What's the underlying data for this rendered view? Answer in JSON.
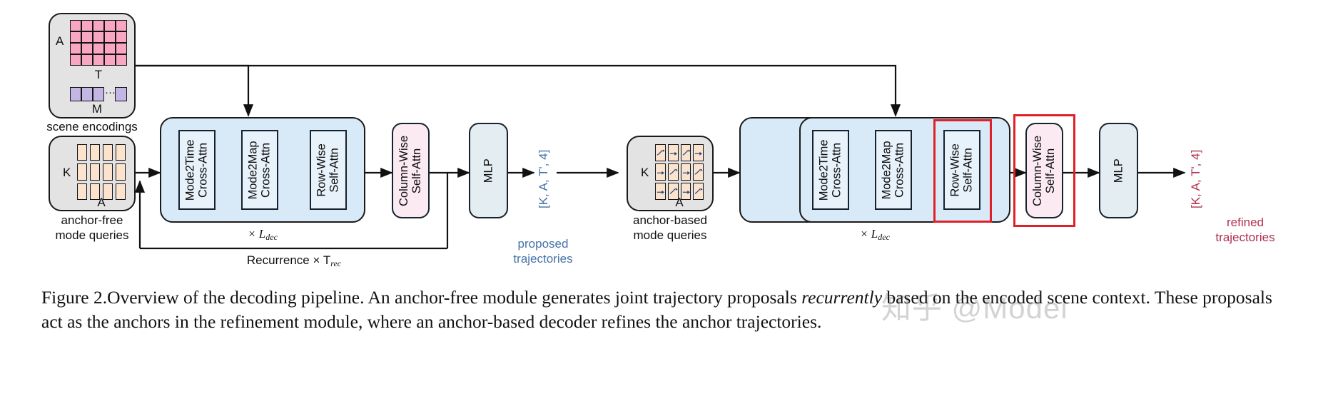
{
  "figure": {
    "caption_number": "Figure 2.",
    "caption_part1": "Overview of the decoding pipeline. An anchor-free module generates joint trajectory proposals ",
    "caption_italic": "recurrently",
    "caption_part2": " based on the encoded scene context. These proposals act as the anchors in the refinement module, where an anchor-based decoder refines the anchor trajectories."
  },
  "watermark": {
    "text": "知乎 @Model"
  },
  "scene_encodings": {
    "caption": "scene encodings",
    "row_label": "A",
    "col_label": "T",
    "memory_label": "M",
    "ellipsis": "···",
    "grid_rows": 4,
    "grid_cols": 5,
    "memory_cells": 3,
    "cell_color": "#f9a6c3",
    "memory_color": "#c3b6e4"
  },
  "anchor_free_queries": {
    "caption_line1": "anchor-free",
    "caption_line2": "mode queries",
    "row_label": "K",
    "col_label": "A",
    "grid_rows": 3,
    "grid_cols": 4,
    "cell_color": "#fbe3cd"
  },
  "anchor_based_queries": {
    "caption_line1": "anchor-based",
    "caption_line2": "mode queries",
    "row_label": "K",
    "col_label": "A",
    "grid_rows": 3,
    "grid_cols": 4,
    "cell_color": "#fbe3cd",
    "arrow_color": "#2b4f80"
  },
  "decoder_1": {
    "modules": [
      {
        "line1": "Mode2Time",
        "line2": "Cross-Attn"
      },
      {
        "line1": "Mode2Map",
        "line2": "Cross-Attn"
      },
      {
        "line1": "Row-Wise",
        "line2": "Self-Attn"
      }
    ],
    "repeat_label": "× L",
    "repeat_sub": "dec",
    "panel_color": "#d8eaf8"
  },
  "decoder_2": {
    "modules": [
      {
        "line1": "Mode2Time",
        "line2": "Cross-Attn"
      },
      {
        "line1": "Mode2Map",
        "line2": "Cross-Attn"
      },
      {
        "line1": "Row-Wise",
        "line2": "Self-Attn"
      }
    ],
    "repeat_label": "× L",
    "repeat_sub": "dec",
    "panel_color": "#d8eaf8"
  },
  "column_attn_1": {
    "line1": "Column-Wise",
    "line2": "Self-Attn",
    "color": "#fbeaf1"
  },
  "column_attn_2": {
    "line1": "Column-Wise",
    "line2": "Self-Attn",
    "color": "#fbeaf1"
  },
  "mlp_1": {
    "label": "MLP",
    "color": "#e4edf1"
  },
  "mlp_2": {
    "label": "MLP",
    "color": "#e4edf1"
  },
  "proposed_output": {
    "tensor_shape": "[K, A, T', 4]",
    "caption_line1": "proposed",
    "caption_line2": "trajectories",
    "color": "#4472a8"
  },
  "refined_output": {
    "tensor_shape": "[K, A, T', 4]",
    "caption_line1": "refined",
    "caption_line2": "trajectories",
    "color": "#b03050"
  },
  "recurrence": {
    "label": "Recurrence × T",
    "sub": "rec"
  },
  "highlight": {
    "color": "#e02028"
  }
}
